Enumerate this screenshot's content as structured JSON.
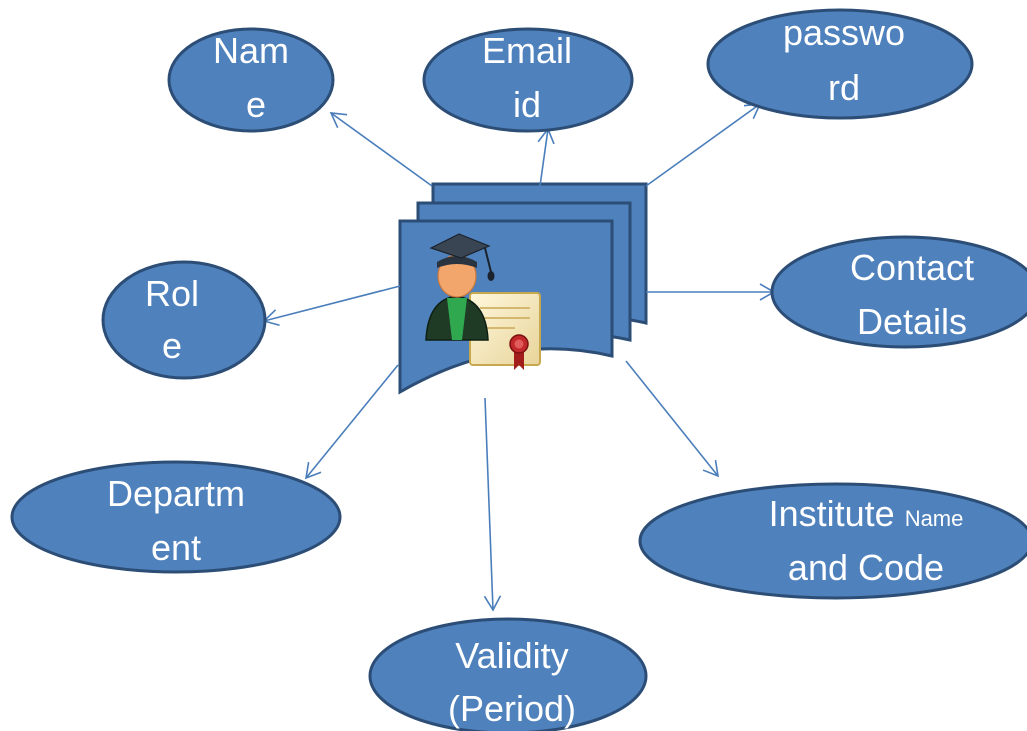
{
  "colors": {
    "node_fill": "#4f81bd",
    "node_stroke": "#2c4d75",
    "text": "#ffffff",
    "arrow": "#4a7ebb"
  },
  "central": {
    "icon": "graduate-certificate-icon"
  },
  "nodes": {
    "name": {
      "line1": "Nam",
      "line2": "e"
    },
    "email": {
      "line1": "Email",
      "line2": "id"
    },
    "password": {
      "line1": "passwo",
      "line2": "rd"
    },
    "role": {
      "line1": "Rol",
      "line2": "e"
    },
    "contact": {
      "line1": "Contact",
      "line2": "Details"
    },
    "department": {
      "line1": "Departm",
      "line2": "ent"
    },
    "institute": {
      "line1_main": "Institute ",
      "line1_small": "Name",
      "line2": "and Code"
    },
    "validity": {
      "line1": "Validity",
      "line2": "(Period)"
    }
  }
}
